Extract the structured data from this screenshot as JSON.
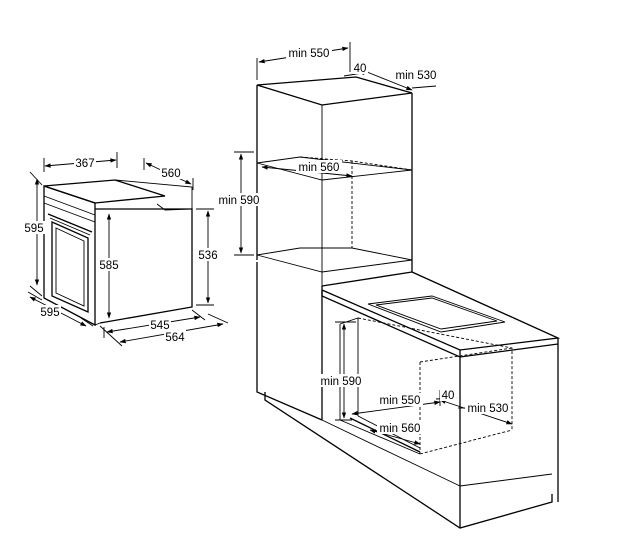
{
  "oven": {
    "width": "595",
    "height": "595",
    "depth_top": "367",
    "depth_total": "560",
    "inner_height": "585",
    "side_height": "536",
    "bottom_depth": "545",
    "total_depth": "564"
  },
  "tall_unit": {
    "width": "min 550",
    "gap": "40",
    "depth": "min 530",
    "inner_width": "min 560",
    "height": "min 590"
  },
  "under_counter": {
    "height": "min 590",
    "width": "min 550",
    "gap": "40",
    "depth": "min 530",
    "inner_width": "min 560"
  }
}
